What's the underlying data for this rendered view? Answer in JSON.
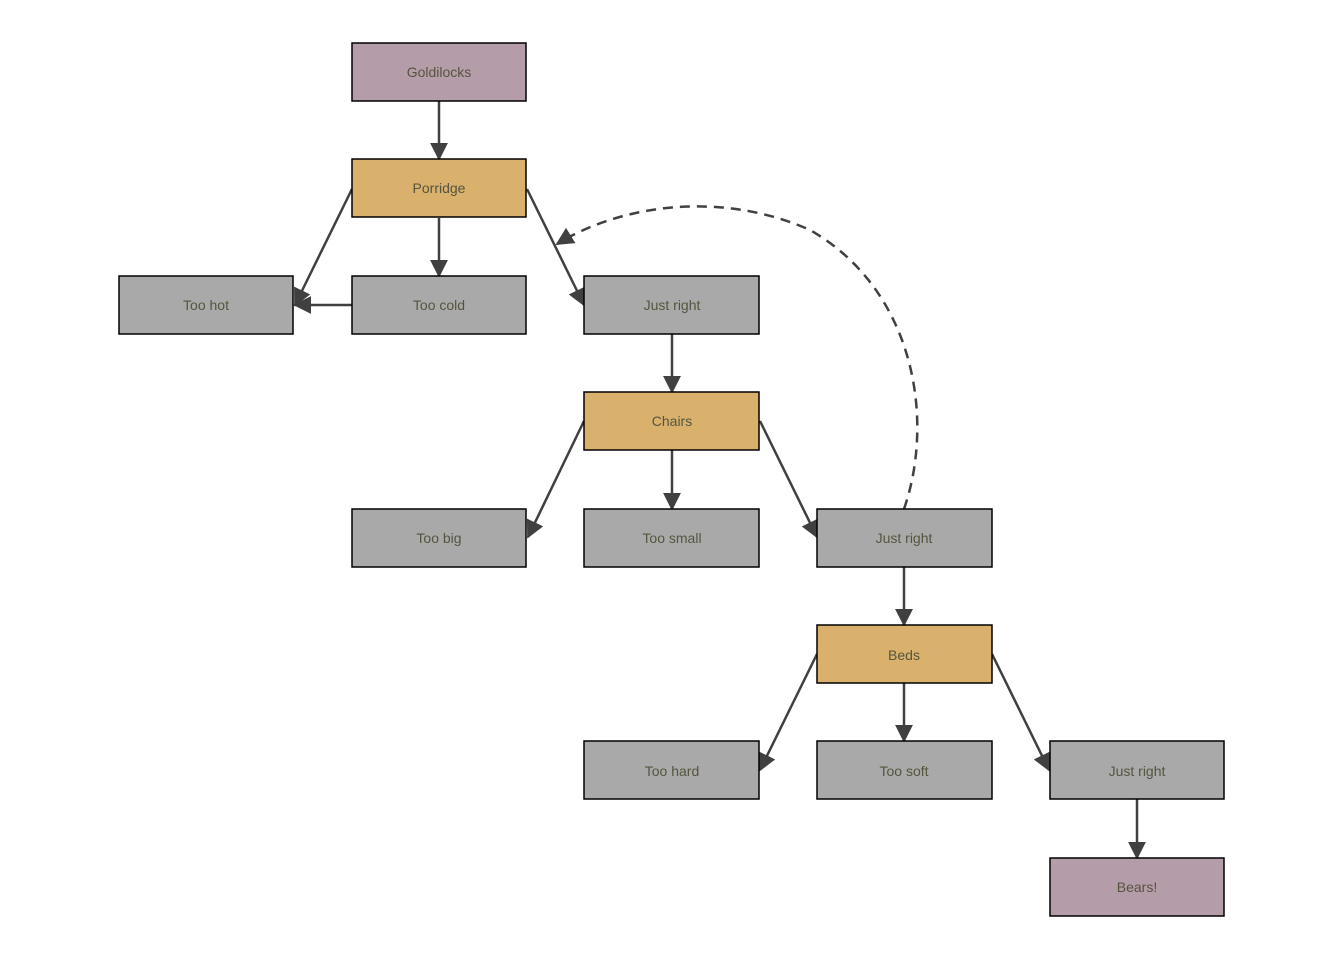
{
  "colors": {
    "start_end": "#b59ca9",
    "category": "#d9b06c",
    "option": "#a9a9a9",
    "edge": "#404040",
    "text": "#55553f"
  },
  "nodes": {
    "goldilocks": {
      "label": "Goldilocks",
      "kind": "start_end"
    },
    "porridge": {
      "label": "Porridge",
      "kind": "category"
    },
    "porridge_too_hot": {
      "label": "Too hot",
      "kind": "option"
    },
    "porridge_too_cold": {
      "label": "Too cold",
      "kind": "option"
    },
    "porridge_just_right": {
      "label": "Just right",
      "kind": "option"
    },
    "chairs": {
      "label": "Chairs",
      "kind": "category"
    },
    "chairs_too_big": {
      "label": "Too big",
      "kind": "option"
    },
    "chairs_too_small": {
      "label": "Too small",
      "kind": "option"
    },
    "chairs_just_right": {
      "label": "Just right",
      "kind": "option"
    },
    "beds": {
      "label": "Beds",
      "kind": "category"
    },
    "beds_too_hard": {
      "label": "Too hard",
      "kind": "option"
    },
    "beds_too_soft": {
      "label": "Too soft",
      "kind": "option"
    },
    "beds_just_right": {
      "label": "Just right",
      "kind": "option"
    },
    "bears": {
      "label": "Bears!",
      "kind": "start_end"
    }
  },
  "edges": [
    {
      "from": "goldilocks",
      "to": "porridge",
      "style": "solid"
    },
    {
      "from": "porridge",
      "to": "porridge_too_hot",
      "style": "solid"
    },
    {
      "from": "porridge",
      "to": "porridge_too_cold",
      "style": "solid"
    },
    {
      "from": "porridge",
      "to": "porridge_just_right",
      "style": "solid"
    },
    {
      "from": "porridge_too_cold",
      "to": "porridge_too_hot",
      "style": "solid"
    },
    {
      "from": "porridge_just_right",
      "to": "chairs",
      "style": "solid"
    },
    {
      "from": "chairs",
      "to": "chairs_too_big",
      "style": "solid"
    },
    {
      "from": "chairs",
      "to": "chairs_too_small",
      "style": "solid"
    },
    {
      "from": "chairs",
      "to": "chairs_just_right",
      "style": "solid"
    },
    {
      "from": "chairs_just_right",
      "to": "porridge",
      "style": "dashed"
    },
    {
      "from": "chairs_just_right",
      "to": "beds",
      "style": "solid"
    },
    {
      "from": "beds",
      "to": "beds_too_hard",
      "style": "solid"
    },
    {
      "from": "beds",
      "to": "beds_too_soft",
      "style": "solid"
    },
    {
      "from": "beds",
      "to": "beds_just_right",
      "style": "solid"
    },
    {
      "from": "beds_just_right",
      "to": "bears",
      "style": "solid"
    }
  ]
}
